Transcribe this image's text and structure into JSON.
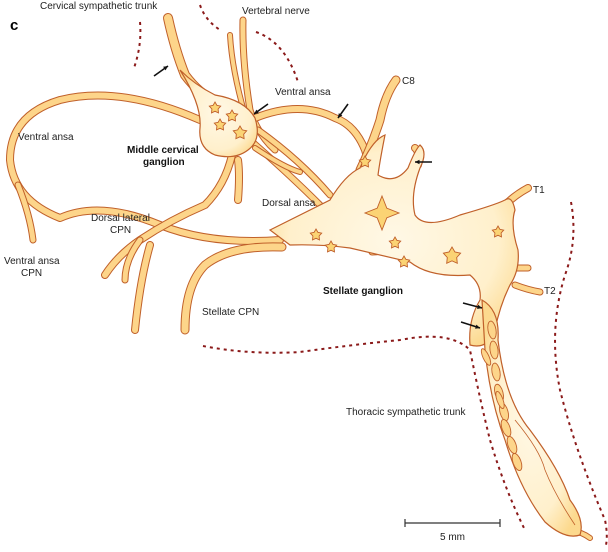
{
  "figure": {
    "panel_label": "c",
    "colors": {
      "nerve_fill": "#fdd58a",
      "nerve_outline": "#c0602a",
      "ganglion_light": "#fff6df",
      "cell_fill": "#fbd374",
      "boundary": "#8b1a1a",
      "arrow": "#111111",
      "text": "#222222"
    },
    "labels": {
      "cervical_sympathetic_trunk": "Cervical sympathetic trunk",
      "vertebral_nerve": "Vertebral nerve",
      "ventral_ansa_right": "Ventral ansa",
      "c8": "C8",
      "ventral_ansa_left": "Ventral ansa",
      "middle_cervical_ganglion_line1": "Middle cervical",
      "middle_cervical_ganglion_line2": "ganglion",
      "dorsal_ansa": "Dorsal ansa",
      "dorsal_lateral_cpn_line1": "Dorsal lateral",
      "dorsal_lateral_cpn_line2": "CPN",
      "ventral_ansa_cpn_line1": "Ventral ansa",
      "ventral_ansa_cpn_line2": "CPN",
      "t1": "T1",
      "t2": "T2",
      "stellate_ganglion": "Stellate ganglion",
      "stellate_cpn": "Stellate CPN",
      "thoracic_sympathetic_trunk": "Thoracic sympathetic trunk"
    },
    "scale_bar": {
      "label": "5 mm",
      "length_mm": 5
    },
    "arrow_count": 6
  }
}
